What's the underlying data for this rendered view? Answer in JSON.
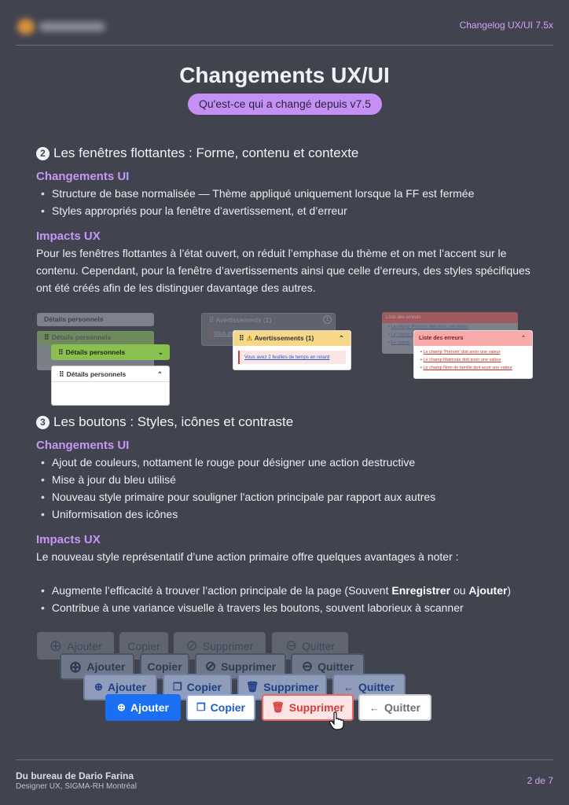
{
  "header": {
    "right": "Changelog UX/UI 7.5x"
  },
  "title": "Changements UX/UI",
  "pill": "Qu'est-ce qui a changé depuis v7.5",
  "sec2": {
    "num": "2",
    "title": "Les fenêtres flottantes : Forme, contenu et contexte",
    "ui_head": "Changements UI",
    "ui_items": [
      "Structure de base normalisée — Thème appliqué uniquement lorsque la FF est fermée",
      "Styles appropriés pour la fenêtre d’avertissement, et d’erreur"
    ],
    "ux_head": "Impacts UX",
    "ux_text": "Pour les fenêtres flottantes à l’état ouvert, on réduit l’emphase du thème et on met l’accent sur le contenu. Cependant, pour la fenêtre d’avertissements ainsi que celle d’erreurs, des styles spécifiques ont été créés afin de les distinguer davantage des autres."
  },
  "illus1": {
    "details_label": "Détails personnels",
    "warn_label": "Avertissements (1)",
    "warn_count": "1",
    "warn_link": "Vous avez 2 feuilles de temps en retard",
    "warn_link_short": "Vous ave",
    "err_label": "Liste des erreurs",
    "err_items": [
      "Le champ 'Prénom' doit avoir une valeur",
      "Le champ Matricule doit avoir une valeur",
      "Le champ Nom de famille doit avoir une valeur"
    ],
    "err_back_items": [
      "Le champ 'Prénom' doit avoir une valeur",
      "Le champ Matricule doit avoir une valeur",
      "Le champ"
    ]
  },
  "sec3": {
    "num": "3",
    "title": "Les boutons : Styles, icônes et contraste",
    "ui_head": "Changements UI",
    "ui_items": [
      "Ajout de couleurs, nottament le rouge pour désigner une action destructive",
      "Mise à jour du bleu utilisé",
      "Nouveau style primaire pour souligner l'action principale par rapport aux autres",
      "Uniformisation des icônes"
    ],
    "ux_head": "Impacts UX",
    "ux_text": "Le nouveau style représentatif d’une action primaire offre quelques avantages à noter :",
    "ux_items_1_pre": "Augmente l’efficacité à trouver l’action principale de la page (Souvent ",
    "ux_items_1_b1": "Enregistrer",
    "ux_items_1_mid": " ou ",
    "ux_items_1_b2": "Ajouter",
    "ux_items_1_post": ")",
    "ux_items_2": "Contribue à une variance visuelle à travers les boutons, souvent laborieux à scanner"
  },
  "buttons": {
    "add": "Ajouter",
    "copy": "Copier",
    "delete": "Supprimer",
    "quit": "Quitter"
  },
  "footer": {
    "name": "Du bureau de Dario Farina",
    "role": "Designer UX, SIGMA-RH Montréal",
    "page": "2 de 7"
  },
  "colors": {
    "accent": "#c490f6",
    "primary": "#1a6ff2",
    "danger": "#d83a3a"
  }
}
